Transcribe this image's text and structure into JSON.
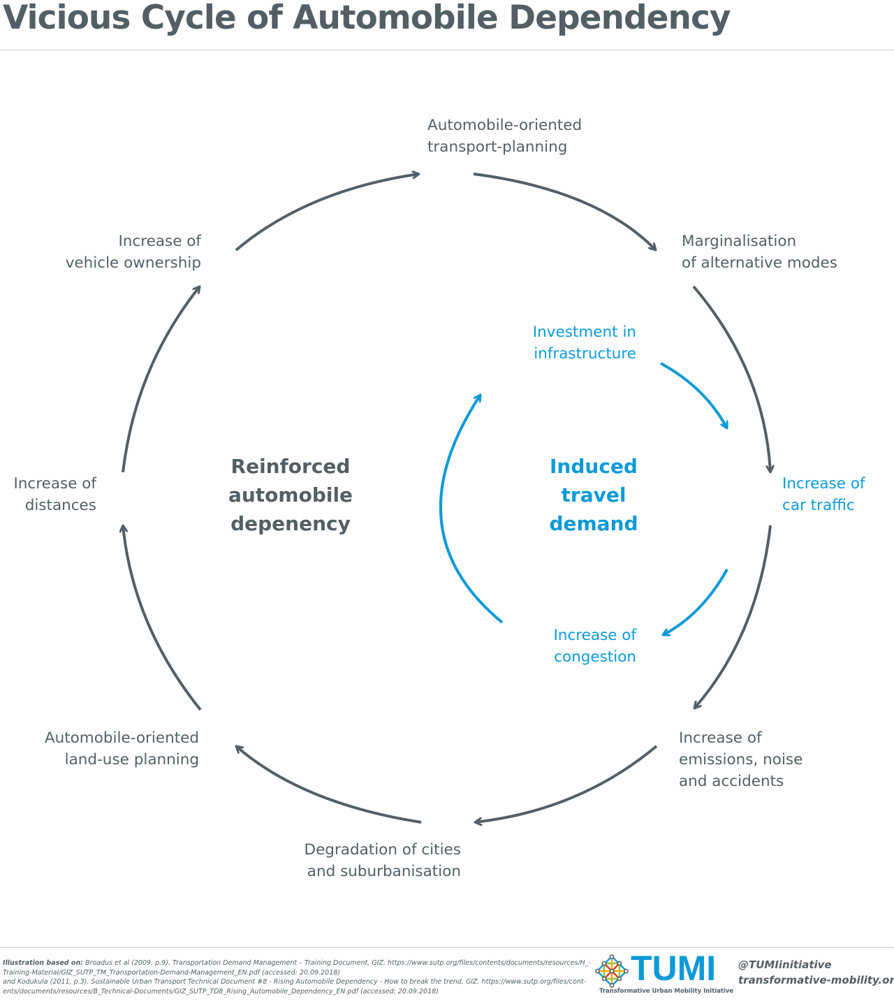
{
  "title": "Vicious Cycle of Automobile Dependency",
  "colors": {
    "gray": "#535f65",
    "blue": "#0d9ad8",
    "rule": "#c7cbcd"
  },
  "outer_loop": {
    "title": [
      "Reinforced",
      "automobile",
      "depenency"
    ],
    "nodes": [
      {
        "id": "transport-planning",
        "lines": [
          "Automobile-oriented",
          "transport-planning"
        ]
      },
      {
        "id": "marginalisation",
        "lines": [
          "Marginalisation",
          "of alternative modes"
        ]
      },
      {
        "id": "car-traffic",
        "lines": [
          "Increase of",
          "car traffic"
        ]
      },
      {
        "id": "emissions",
        "lines": [
          "Increase of",
          "emissions, noise",
          "and accidents"
        ]
      },
      {
        "id": "degradation",
        "lines": [
          "Degradation of cities",
          "and suburbanisation"
        ]
      },
      {
        "id": "land-use",
        "lines": [
          "Automobile-oriented",
          "land-use planning"
        ]
      },
      {
        "id": "distances",
        "lines": [
          "Increase of",
          "distances"
        ]
      },
      {
        "id": "vehicle-ownership",
        "lines": [
          "Increase of",
          "vehicle ownership"
        ]
      }
    ]
  },
  "inner_loop": {
    "title": [
      "Induced",
      "travel",
      "demand"
    ],
    "nodes": [
      {
        "id": "investment",
        "lines": [
          "Investment in",
          "infrastructure"
        ]
      },
      {
        "id": "congestion",
        "lines": [
          "Increase of",
          "congestion"
        ]
      }
    ]
  },
  "footer": {
    "source_label": "Illustration based on:",
    "source_lines": [
      " Broadus et al (2009, p.9). Transportation Demand Management – Training Document, GIZ. https://www.sutp.org/files/contents/documents/resources/H_-",
      "Training-Material/GIZ_SUTP_TM_Transportation-Demand-Management_EN.pdf (accessed: 20.09.2018)",
      "and Kodukula (2011, p.3). Sustainable Urban Transport Technical Document #8 - Rising Automobile Dependency - How to break the trend, GIZ. https://www.sutp.org/files/cont-",
      "ents/documents/resources/B_Technical-Documents/GIZ_SUTP_TD8_Rising_Automobile_Dependency_EN.pdf (accessed: 20.09.2018)"
    ],
    "logo_word": "TUMI",
    "logo_tagline": "Transformative Urban Mobility Initiative",
    "logo_icon": "tumi-network-logo-icon",
    "handle": "@TUMIinitiative",
    "website": "transformative-mobility.org"
  }
}
